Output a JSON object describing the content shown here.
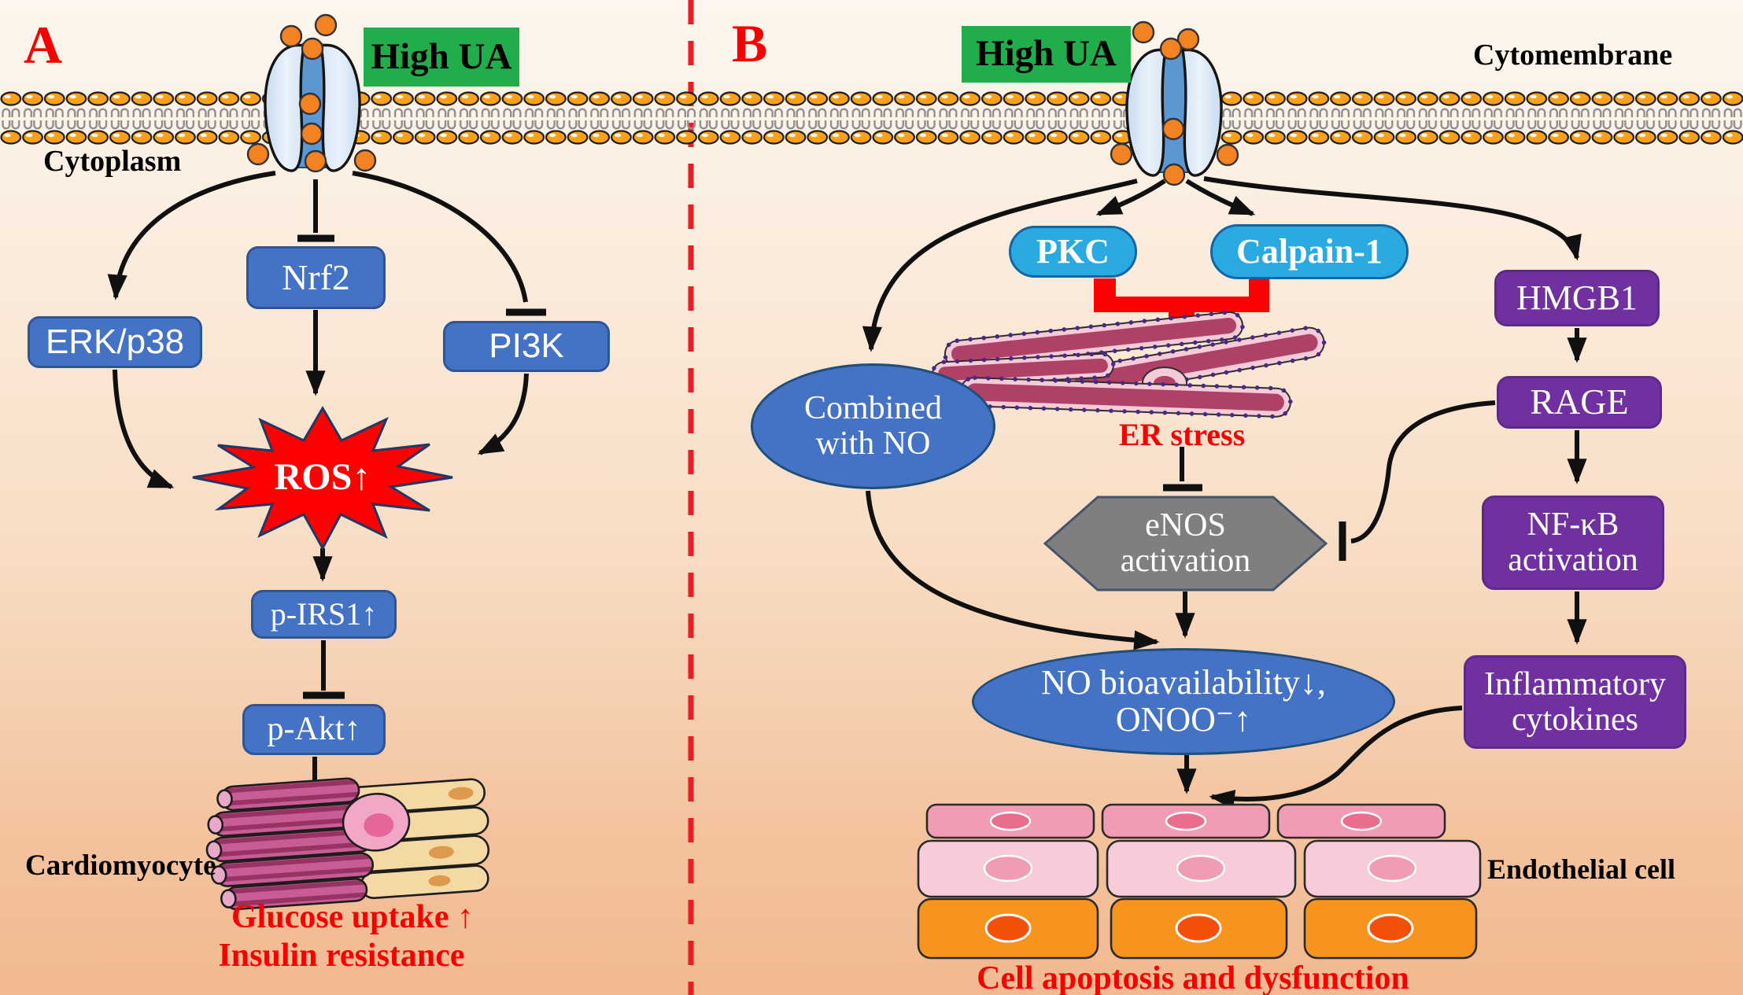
{
  "figure": {
    "type": "signaling-pathway-diagram",
    "colors": {
      "node_blue": "#4472C4",
      "node_cyan": "#29ABE2",
      "node_purple": "#7030A0",
      "label_green": "#21AD4B",
      "accent_red": "#FE0000",
      "hexagon_gray": "#7F7F7F",
      "membrane_orange": "#F9A11B"
    }
  },
  "panel_a": {
    "letter": "A",
    "high_ua": "High UA",
    "cytoplasm_label": "Cytoplasm",
    "erk": "ERK/p38",
    "nrf2": "Nrf2",
    "pi3k": "PI3K",
    "ros": "ROS↑",
    "p_irs1": "p-IRS1↑",
    "p_akt": "p-Akt↑",
    "cell_label": "Cardiomyocyte",
    "outcome_line1": "Glucose uptake ↑",
    "outcome_line2": "Insulin resistance"
  },
  "panel_b": {
    "letter": "B",
    "high_ua": "High UA",
    "membrane_label": "Cytomembrane",
    "pkc": "PKC",
    "calpain": "Calpain-1",
    "combined_line1": "Combined",
    "combined_line2": "with NO",
    "er_stress": "ER stress",
    "enos_line1": "eNOS",
    "enos_line2": "activation",
    "hmgb1": "HMGB1",
    "rage": "RAGE",
    "nfkb_line1": "NF-κB",
    "nfkb_line2": "activation",
    "no_bio_line1": "NO bioavailability↓,",
    "no_bio_line2": "ONOO⁻↑",
    "inflammatory_line1": "Inflammatory",
    "inflammatory_line2": "cytokines",
    "cell_label": "Endothelial cell",
    "outcome": "Cell apoptosis and dysfunction"
  }
}
